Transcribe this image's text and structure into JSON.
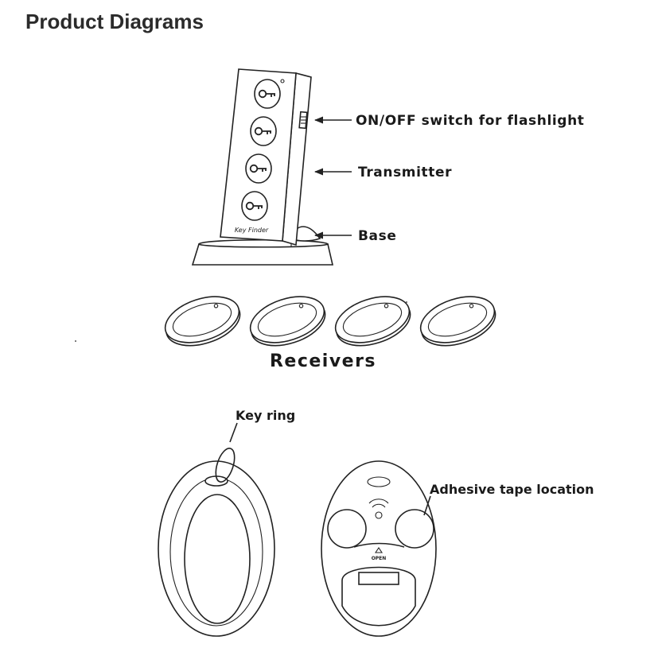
{
  "title": "Product Diagrams",
  "transmitter": {
    "brand_label": "Key Finder",
    "labels": {
      "switch": "ON/OFF  switch for flashlight",
      "transmitter": "Transmitter",
      "base": "Base"
    }
  },
  "receivers": {
    "count": 4,
    "caption": "Receivers"
  },
  "detail": {
    "key_ring_label": "Key ring",
    "adhesive_label": "Adhesive tape location",
    "open_label": "OPEN"
  },
  "colors": {
    "stroke": "#222222",
    "background": "#ffffff",
    "title": "#2b2b2b"
  }
}
